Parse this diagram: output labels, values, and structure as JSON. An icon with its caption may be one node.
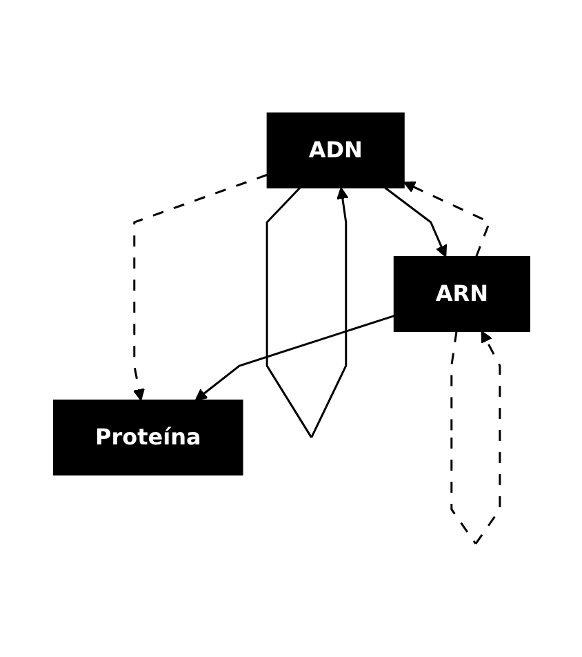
{
  "diagram": {
    "nodes": [
      {
        "text": [
          "ADN"
        ]
      },
      {
        "text": [
          "Proteína"
        ]
      },
      {
        "text": [
          "ARN"
        ]
      }
    ],
    "edges": [
      {
        "from": 0,
        "to": 0,
        "arrow": "to"
      },
      {
        "from": 0,
        "to": 2,
        "arrow": "to"
      },
      {
        "from": 2,
        "to": 0,
        "arrow": "to",
        "style": "dashed"
      },
      {
        "from": 0,
        "to": 1,
        "arrow": "to",
        "style": "dashed"
      },
      {
        "from": 2,
        "to": 1,
        "arrow": "to"
      },
      {
        "from": 2,
        "to": 2,
        "arrow": "to",
        "style": "dashed"
      }
    ]
  }
}
